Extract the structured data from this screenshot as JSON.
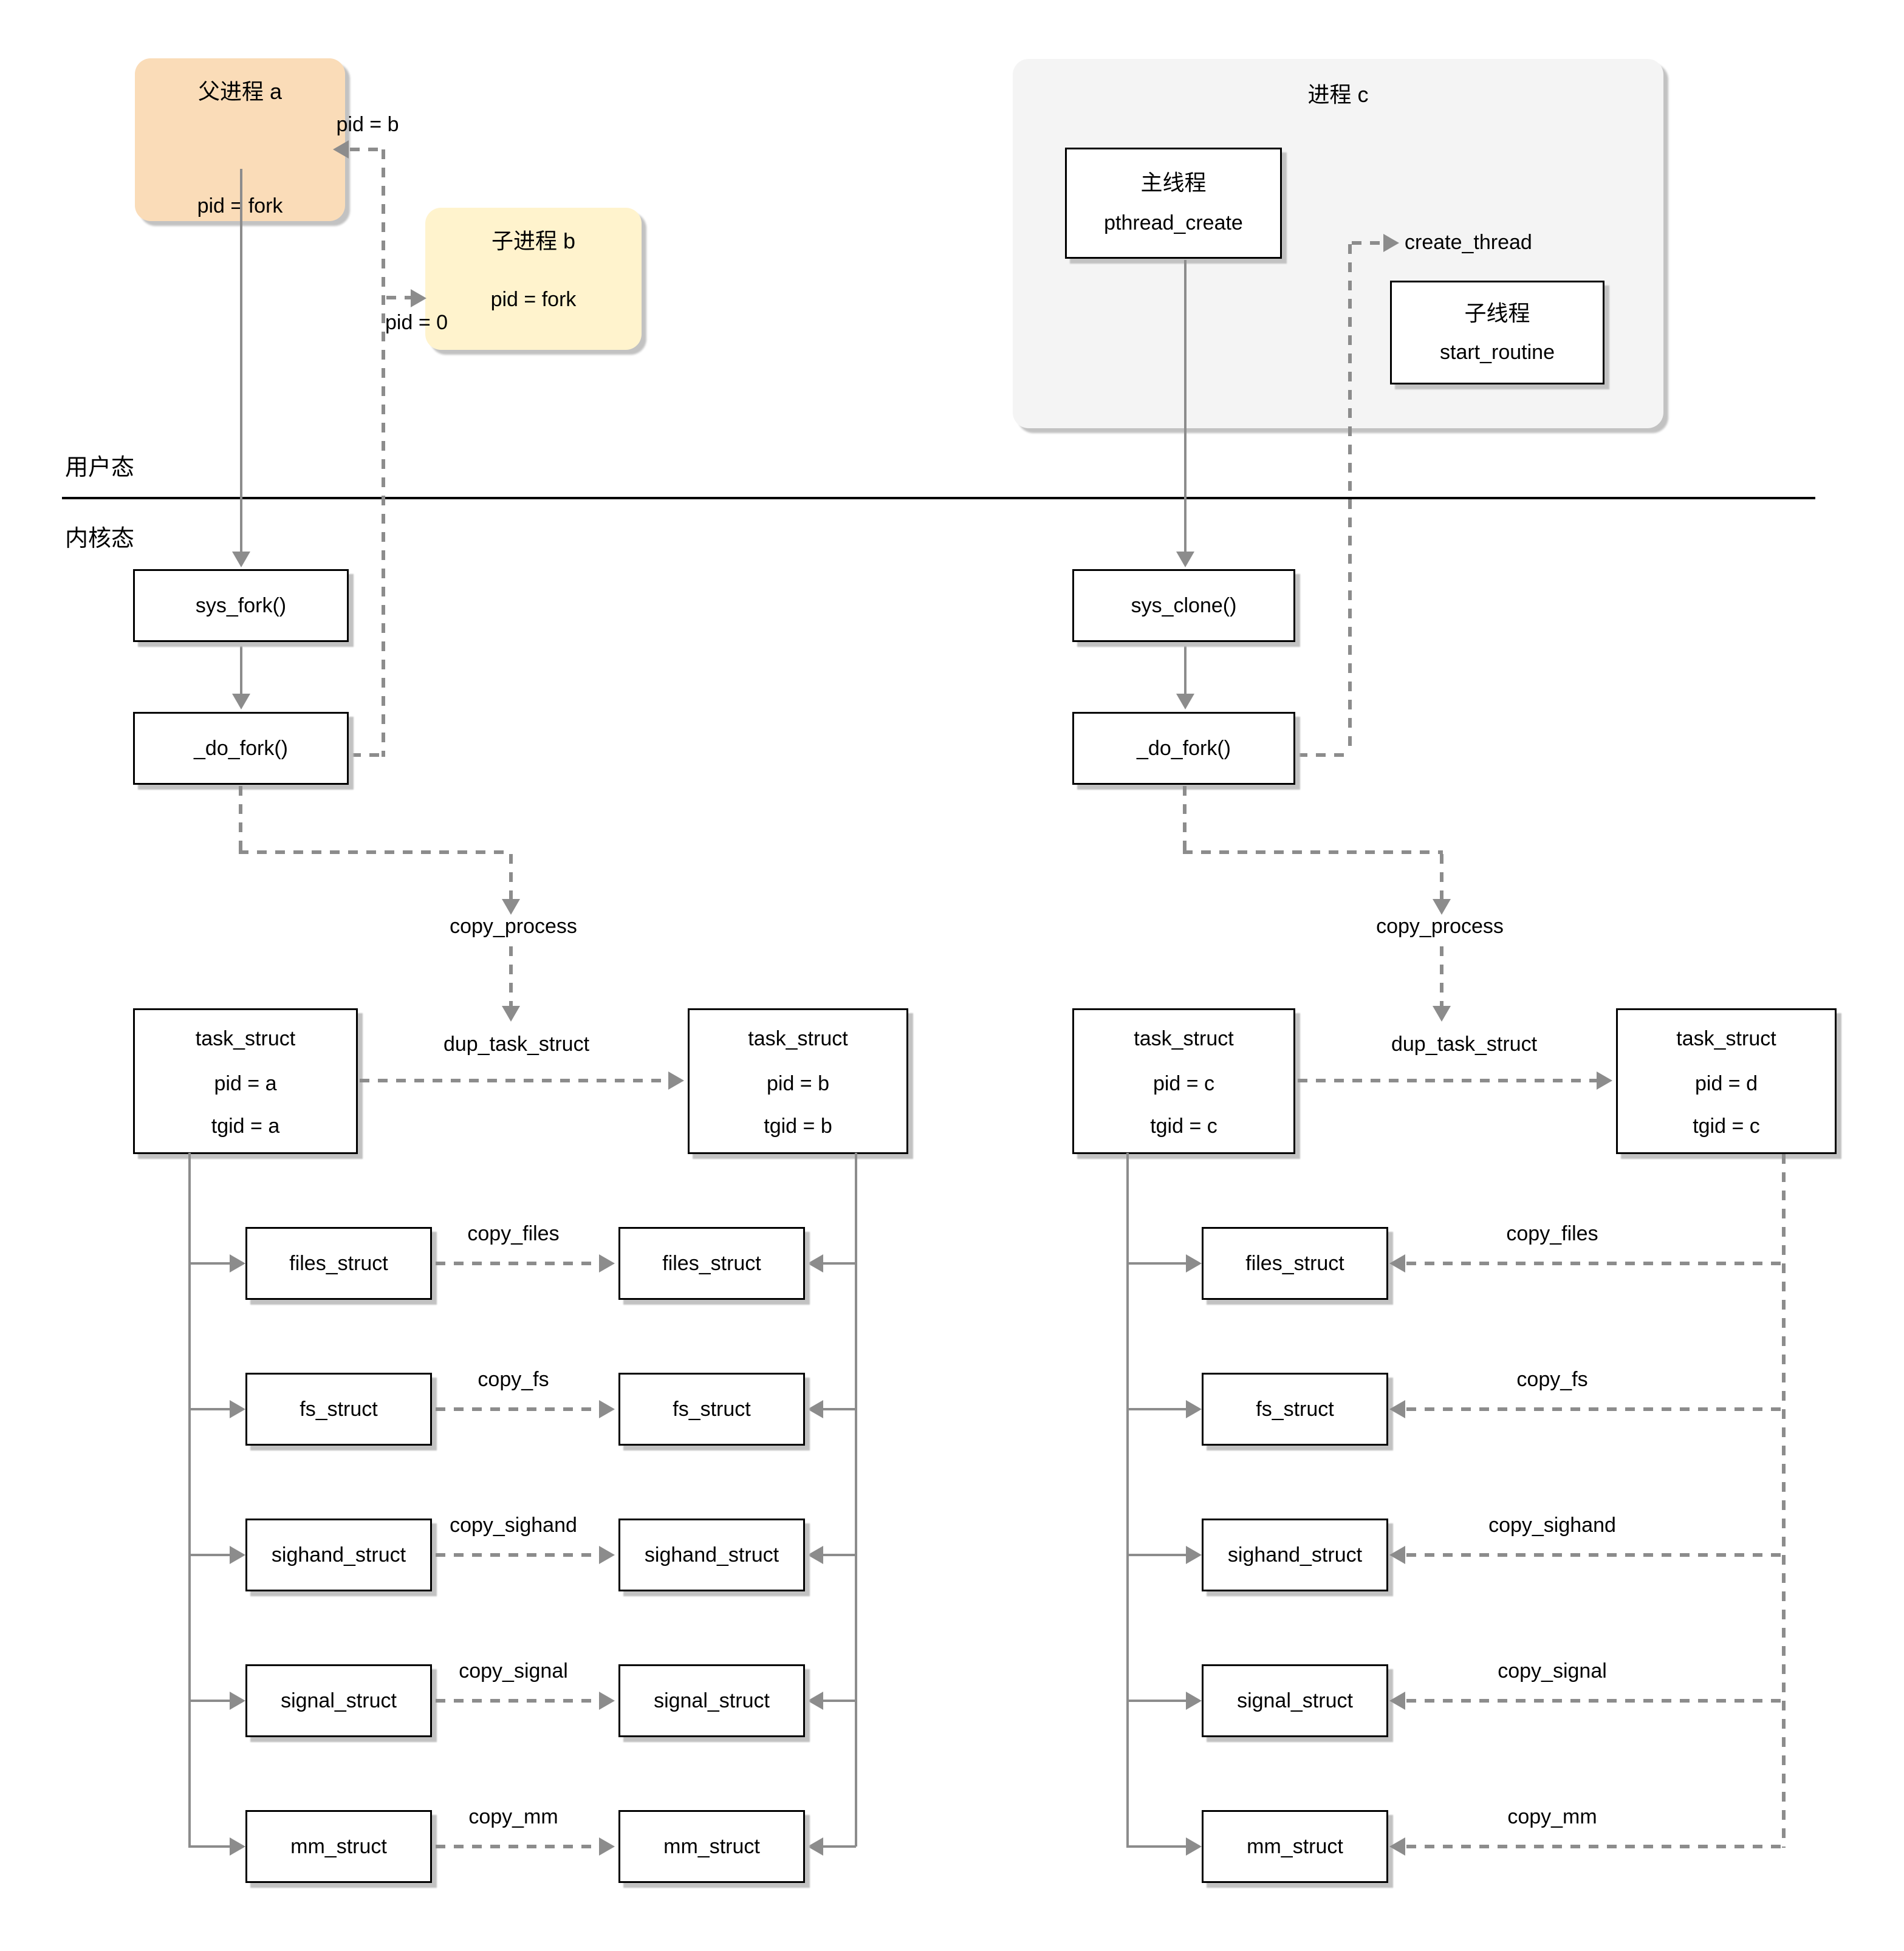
{
  "modes": {
    "user": "用户态",
    "kernel": "内核态"
  },
  "left": {
    "parent": {
      "title": "父进程 a",
      "body": "pid = fork"
    },
    "child": {
      "title": "子进程 b",
      "body": "pid = fork"
    },
    "pid_b": "pid = b",
    "pid_0": "pid = 0",
    "sys_fork": "sys_fork()",
    "do_fork": "_do_fork()",
    "copy_process": "copy_process",
    "dup_task_struct": "dup_task_struct",
    "task_parent": {
      "title": "task_struct",
      "pid": "pid = a",
      "tgid": "tgid = a"
    },
    "task_child": {
      "title": "task_struct",
      "pid": "pid = b",
      "tgid": "tgid = b"
    },
    "rows": [
      {
        "src": "files_struct",
        "label": "copy_files",
        "dst": "files_struct"
      },
      {
        "src": "fs_struct",
        "label": "copy_fs",
        "dst": "fs_struct"
      },
      {
        "src": "sighand_struct",
        "label": "copy_sighand",
        "dst": "sighand_struct"
      },
      {
        "src": "signal_struct",
        "label": "copy_signal",
        "dst": "signal_struct"
      },
      {
        "src": "mm_struct",
        "label": "copy_mm",
        "dst": "mm_struct"
      }
    ]
  },
  "right": {
    "process": {
      "title": "进程 c"
    },
    "main_thread": {
      "title": "主线程",
      "body": "pthread_create"
    },
    "child_thread": {
      "title": "子线程",
      "body": "start_routine"
    },
    "create_thread": "create_thread",
    "sys_clone": "sys_clone()",
    "do_fork": "_do_fork()",
    "copy_process": "copy_process",
    "dup_task_struct": "dup_task_struct",
    "task_main": {
      "title": "task_struct",
      "pid": "pid = c",
      "tgid": "tgid = c"
    },
    "task_new": {
      "title": "task_struct",
      "pid": "pid = d",
      "tgid": "tgid = c"
    },
    "rows": [
      {
        "name": "files_struct",
        "label": "copy_files"
      },
      {
        "name": "fs_struct",
        "label": "copy_fs"
      },
      {
        "name": "sighand_struct",
        "label": "copy_sighand"
      },
      {
        "name": "signal_struct",
        "label": "copy_signal"
      },
      {
        "name": "mm_struct",
        "label": "copy_mm"
      }
    ]
  },
  "colors": {
    "parent_fill": "#FADCB8",
    "child_fill": "#FFF3CD",
    "process_fill": "#F4F4F4",
    "line_gray": "#8C8C8C"
  }
}
